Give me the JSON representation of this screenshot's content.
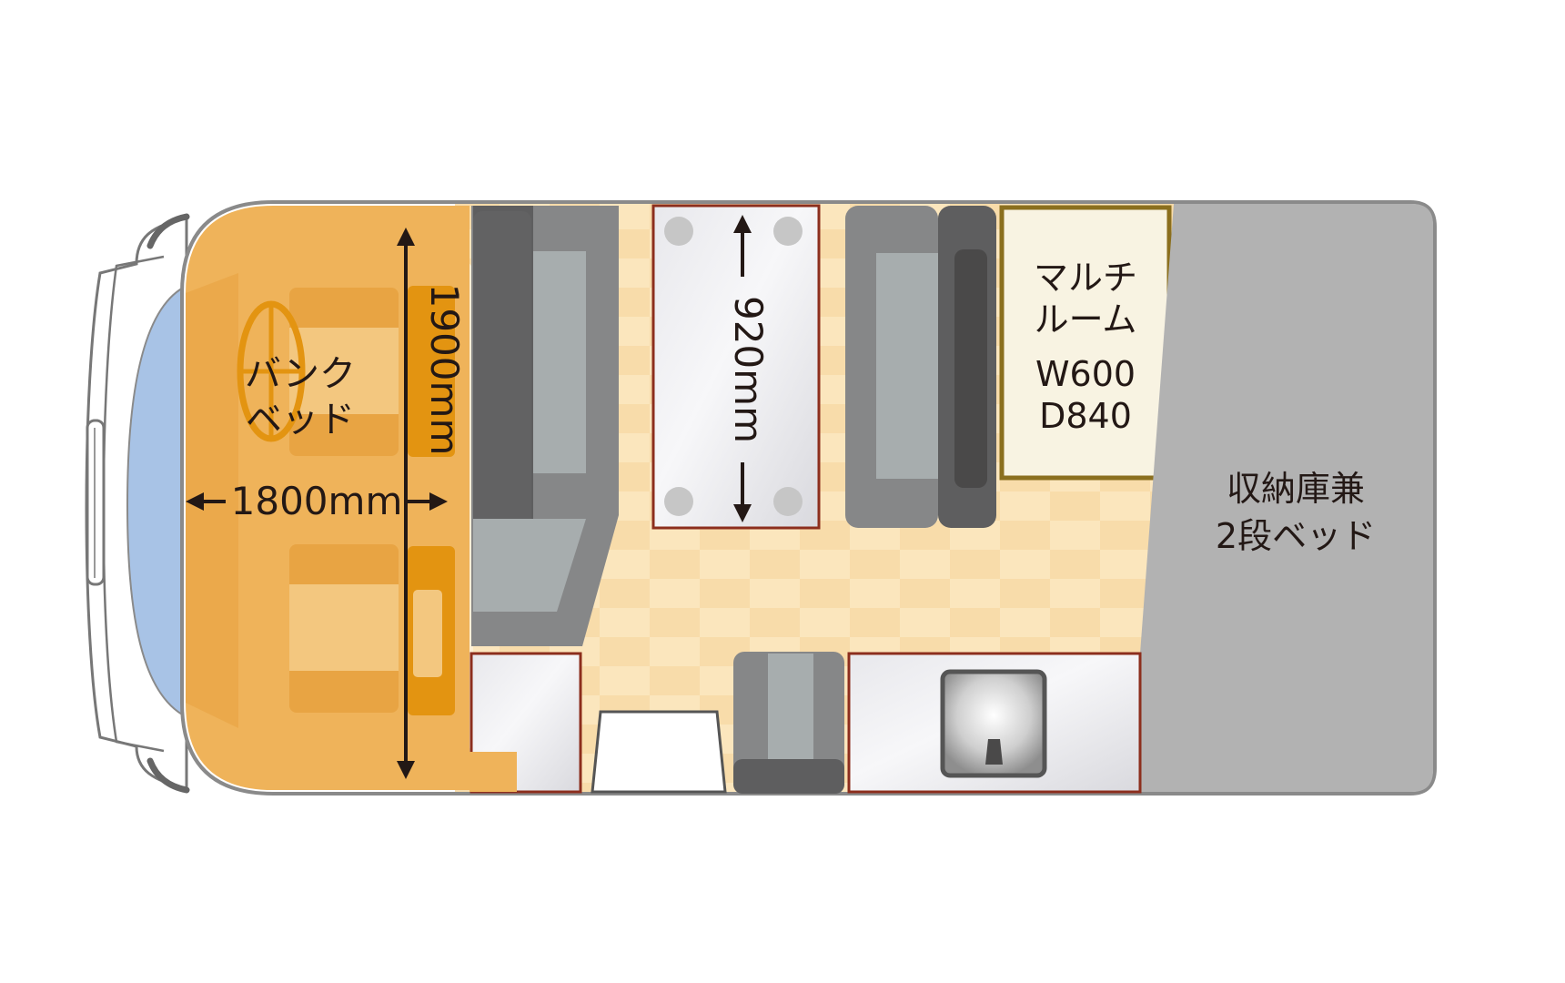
{
  "labels": {
    "bunk_bed": [
      "バンク",
      "ベッド"
    ],
    "bunk_width": "1800mm",
    "bunk_length": "1900mm",
    "table_length": "920mm",
    "multi_room": [
      "マルチ",
      "ルーム"
    ],
    "multi_room_width": "W600",
    "multi_room_depth": "D840",
    "rear_storage": [
      "収納庫兼",
      "2段ベッド"
    ]
  },
  "colors": {
    "bunk_orange": "#efb35a",
    "bunk_dark_orange": "#e39411",
    "floor_cream": "#fbe6bd",
    "floor_tile": "#f7dba7",
    "seat_gray": "#868788",
    "seat_dark": "#5e5e5f",
    "cushion_light": "#a7adae",
    "storage_gray": "#b2b2b2",
    "counter_border": "#8c2e1d",
    "multi_room_border": "#8b6f1e",
    "multi_room_fill": "#f8f3e2",
    "windshield_blue": "#a8c3e6",
    "outline": "#888888"
  }
}
